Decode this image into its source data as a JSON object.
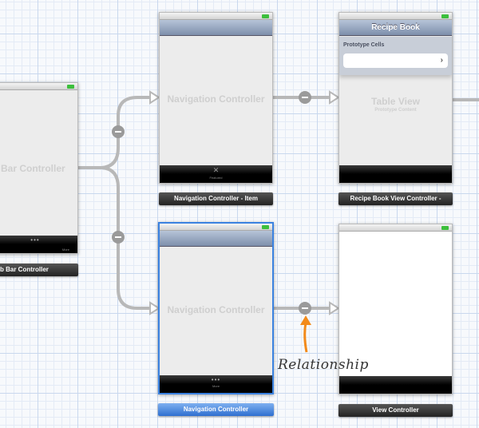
{
  "scenes": {
    "tab_bar": {
      "title_visible": "Bar Controller",
      "tab_more_label": "More",
      "label": "b Bar Controller"
    },
    "nav_item": {
      "title": "Navigation Controller",
      "tab_label": "Featured",
      "label": "Navigation Controller - Item"
    },
    "recipe": {
      "nav_title": "Recipe Book",
      "section_header": "Prototype Cells",
      "cell_chevron": "›",
      "table_title": "Table View",
      "table_subtitle": "Prototype Content",
      "label": "Recipe Book View Controller -"
    },
    "nav_selected": {
      "title": "Navigation Controller",
      "tab_more_label": "More",
      "label": "Navigation Controller"
    },
    "view_controller": {
      "label": "View Controller"
    }
  },
  "annotation": {
    "text": "Relationship",
    "color": "#f28a1a"
  },
  "colors": {
    "selection": "#3b82e0",
    "segue": "#b5b5b5"
  }
}
